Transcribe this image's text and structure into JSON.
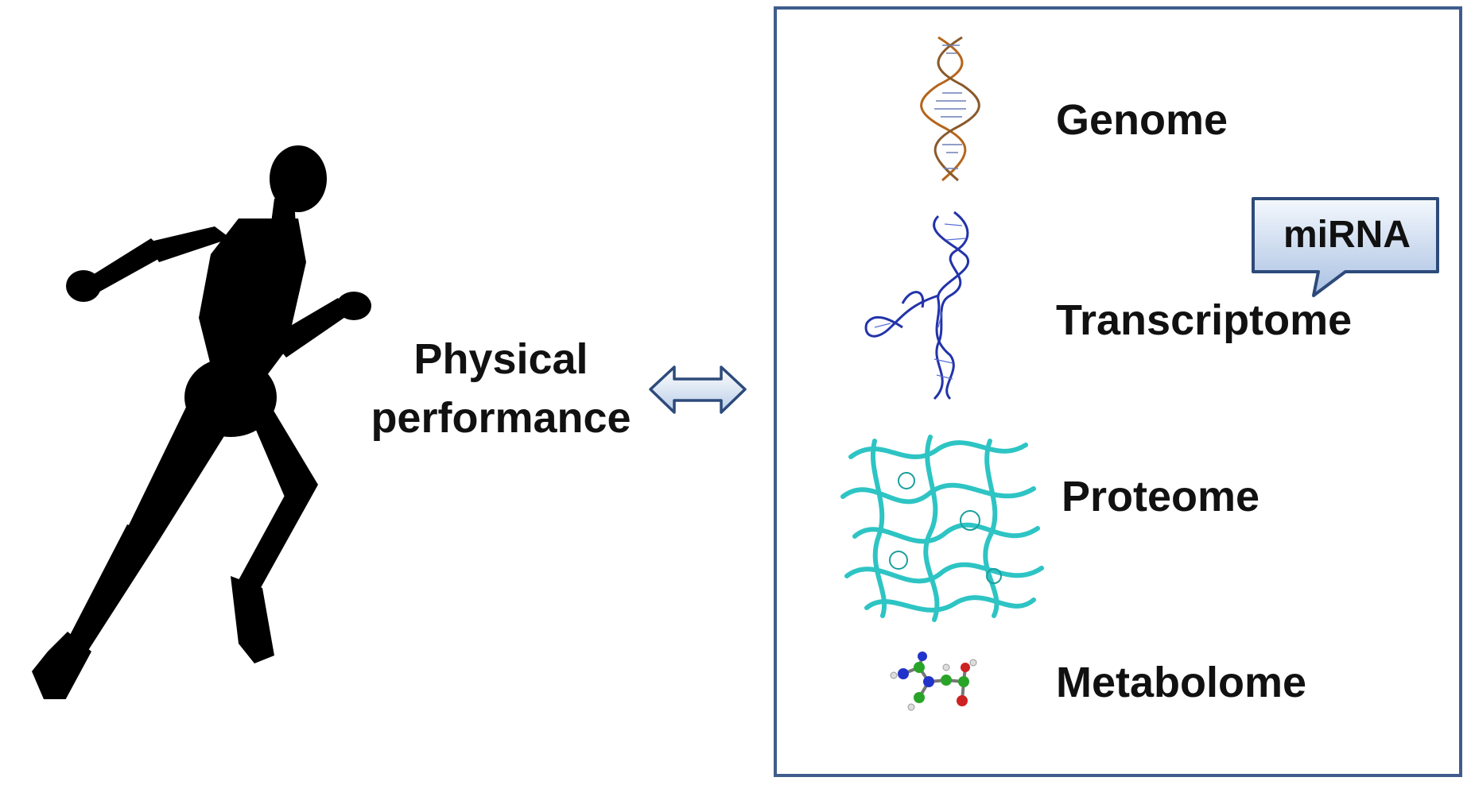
{
  "center_label": {
    "line1": "Physical",
    "line2": "performance"
  },
  "omics": {
    "genome": "Genome",
    "transcriptome": "Transcriptome",
    "proteome": "Proteome",
    "metabolome": "Metabolome"
  },
  "callout": {
    "text": "miRNA"
  },
  "colors": {
    "box_border": "#3f5c8c",
    "arrow_fill": "#d6e3f3",
    "arrow_stroke": "#2d4a7a",
    "callout_fill": "#b8cbe6",
    "dna": "#b5651d",
    "rna": "#2233aa",
    "protein": "#2ec4c4",
    "runner": "#000000"
  },
  "icons": [
    "runner-silhouette",
    "double-arrow-icon",
    "dna-helix-icon",
    "rna-structure-icon",
    "protein-ribbon-icon",
    "molecule-icon",
    "speech-callout"
  ]
}
